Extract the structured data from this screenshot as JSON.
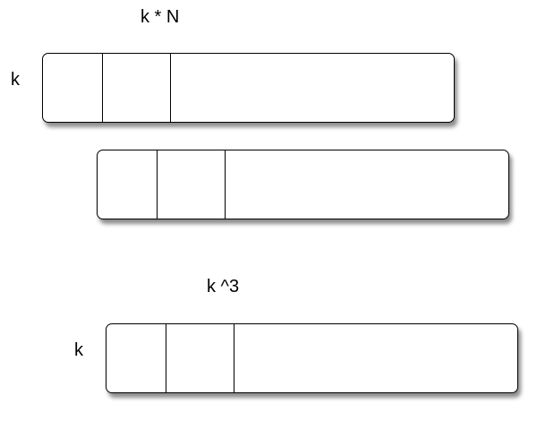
{
  "diagram": {
    "top_group": {
      "top_label": "k * N",
      "side_label": "k"
    },
    "bottom_group": {
      "top_label": "k ^3",
      "side_label": "k"
    }
  }
}
